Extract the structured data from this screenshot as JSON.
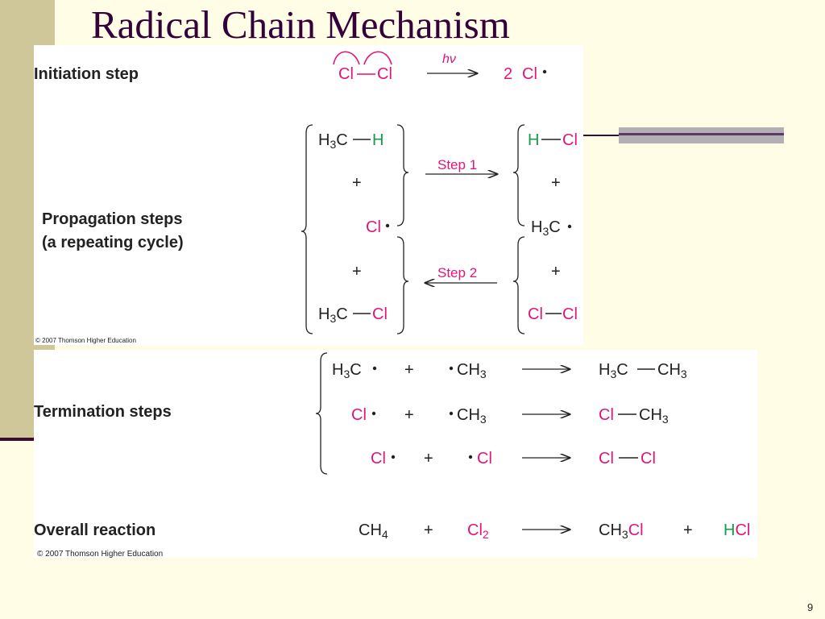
{
  "slide": {
    "title": "Radical Chain Mechanism",
    "page_number": "9"
  },
  "initiation": {
    "label": "Initiation step",
    "reactant_left": "Cl",
    "reactant_right": "Cl",
    "condition": "hν",
    "product_coef": "2",
    "product": "Cl"
  },
  "propagation": {
    "label_line1": "Propagation steps",
    "label_line2": "(a repeating cycle)",
    "step1_label": "Step 1",
    "step2_label": "Step 2",
    "plus": "+",
    "left": {
      "ch4_a": "H",
      "ch4_b": "C",
      "ch4_h": "H",
      "radical": "Cl",
      "chloromethane_cl": "Cl"
    },
    "right": {
      "hcl_h": "H",
      "hcl_cl": "Cl",
      "methyl": "C",
      "cl_a": "Cl",
      "cl_b": "Cl"
    },
    "copyright": "© 2007 Thomson Higher Education"
  },
  "termination": {
    "label": "Termination steps",
    "plus": "+",
    "row1": {
      "a": "C",
      "b": "CH",
      "prod_a": "C",
      "prod_b": "CH"
    },
    "row2": {
      "a": "Cl",
      "b": "CH",
      "prod_a": "Cl",
      "prod_b": "CH"
    },
    "row3": {
      "a": "Cl",
      "b": "Cl",
      "prod_a": "Cl",
      "prod_b": "Cl"
    }
  },
  "overall": {
    "label": "Overall reaction",
    "ch4": "CH",
    "cl2": "Cl",
    "ch3cl_a": "CH",
    "ch3cl_b": "Cl",
    "hcl_h": "H",
    "hcl_cl": "Cl",
    "plus": "+",
    "copyright": "© 2007 Thomson Higher Education"
  },
  "subscripts": {
    "three": "3",
    "four": "4",
    "two": "2"
  },
  "colors": {
    "chlorine": "#e0157a",
    "hydrogen": "#1a9a4a",
    "title": "#34003a"
  }
}
